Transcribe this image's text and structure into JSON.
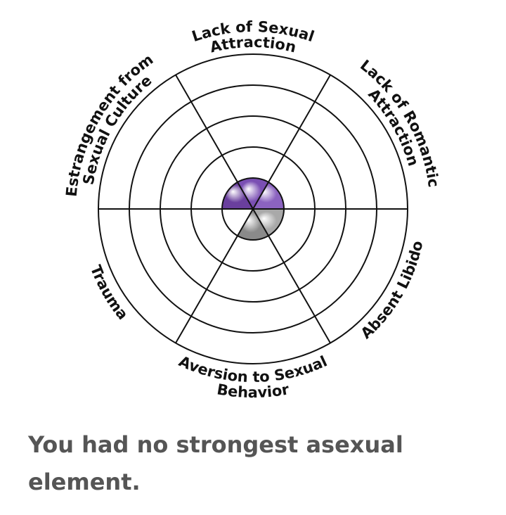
{
  "chart_data": {
    "type": "radar",
    "shape": "radial sector chart",
    "rings": 5,
    "axes": [
      {
        "label_lines": [
          "Lack of Sexual",
          "Attraction"
        ]
      },
      {
        "label_lines": [
          "Lack of Romantic",
          "Attraction"
        ]
      },
      {
        "label_lines": [
          "Absent Libido"
        ]
      },
      {
        "label_lines": [
          "Aversion to Sexual",
          "Behavior"
        ]
      },
      {
        "label_lines": [
          "Trauma"
        ]
      },
      {
        "label_lines": [
          "Estrangement from",
          "Sexual Culture"
        ]
      }
    ],
    "values": [
      1,
      1,
      1,
      1,
      0,
      1
    ],
    "scale_max": 5,
    "sector_colors": [
      "#7a4fb3",
      "#8b63c0",
      "#a9a9a9",
      "#8a8a8a",
      "#9a9a9a",
      "#6a3f9e"
    ],
    "grid": true
  },
  "result": {
    "text": "You had no strongest asexual element."
  }
}
